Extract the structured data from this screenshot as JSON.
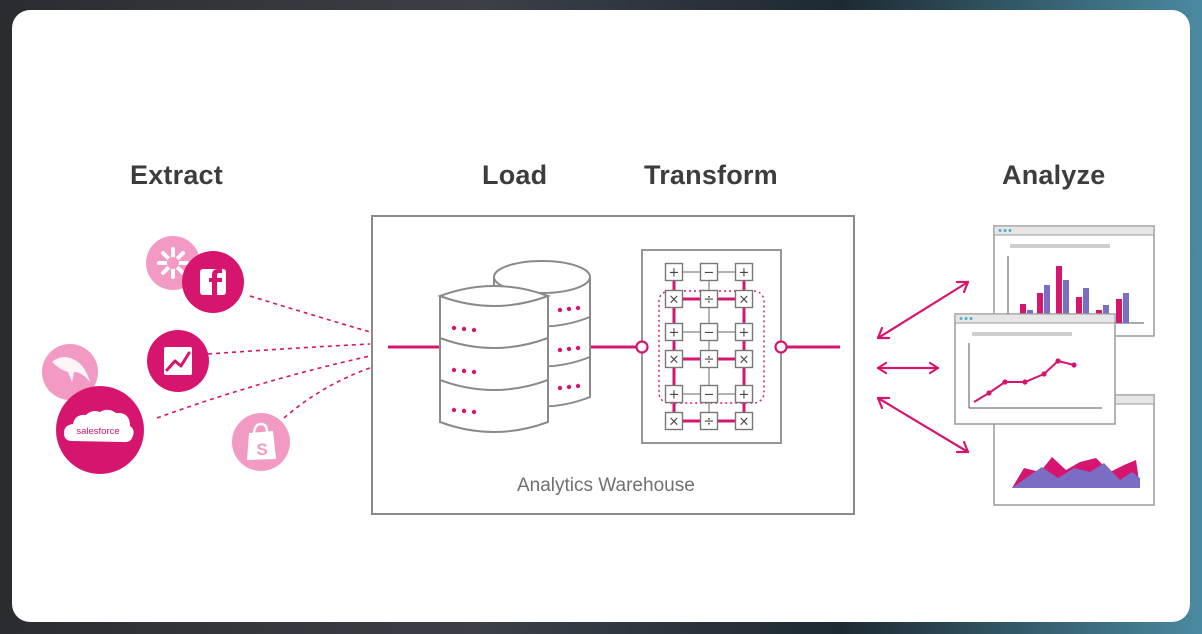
{
  "stages": {
    "extract": "Extract",
    "load": "Load",
    "transform": "Transform",
    "analyze": "Analyze"
  },
  "warehouse": {
    "label": "Analytics Warehouse"
  },
  "sources": [
    {
      "name": "asterisk-icon"
    },
    {
      "name": "facebook-icon",
      "glyph": "f"
    },
    {
      "name": "analytics-chart-icon"
    },
    {
      "name": "mysql-dolphin-icon"
    },
    {
      "name": "salesforce-icon",
      "text": "salesforce"
    },
    {
      "name": "shopify-icon",
      "glyph": "S"
    }
  ],
  "transform_ops": [
    [
      "+",
      "−",
      "+"
    ],
    [
      "×",
      "÷",
      "×"
    ],
    [
      "+",
      "−",
      "+"
    ],
    [
      "×",
      "÷",
      "×"
    ],
    [
      "+",
      "−",
      "+"
    ],
    [
      "×",
      "÷",
      "×"
    ]
  ],
  "colors": {
    "accent": "#d6156e",
    "accent_light": "#f29ac3",
    "line_gray": "#8a8a8a",
    "bar_purple": "#7b6cc4",
    "title_gray": "#3d3d3d"
  }
}
